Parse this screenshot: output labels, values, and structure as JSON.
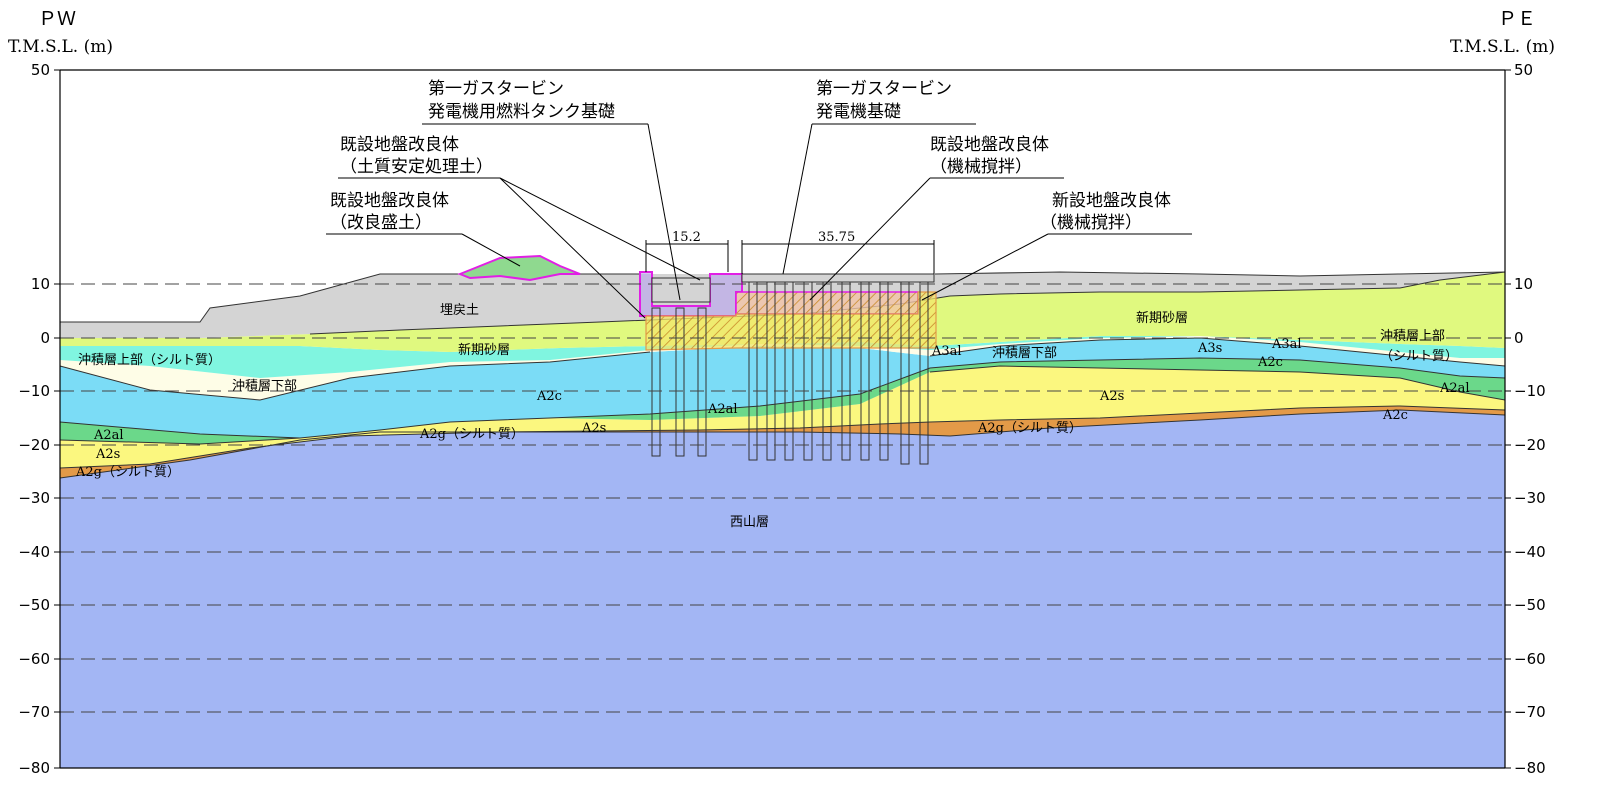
{
  "header": {
    "left_title": "ＰＷ",
    "left_axis": "T.M.S.L. (m)",
    "right_title": "ＰＥ",
    "right_axis": "T.M.S.L. (m)"
  },
  "axis": {
    "ticks": [
      "50",
      "10",
      "0",
      "−10",
      "−20",
      "−30",
      "−40",
      "−50",
      "−60",
      "−70",
      "−80"
    ]
  },
  "callouts": {
    "tank_line1": "第一ガスタービン",
    "tank_line2": "発電機用燃料タンク基礎",
    "gen_line1": "第一ガスタービン",
    "gen_line2": "発電機基礎",
    "soil_line1": "既設地盤改良体",
    "soil_line2": "（土質安定処理土）",
    "fill_line1": "既設地盤改良体",
    "fill_line2": "（改良盛土）",
    "mech_line1": "既設地盤改良体",
    "mech_line2": "（機械撹拌）",
    "new_line1": "新設地盤改良体",
    "new_line2": "（機械撹拌）"
  },
  "dimensions": {
    "tank_width": "15.2",
    "gen_width": "35.75"
  },
  "layers": {
    "umemodoshi": "埋戻土",
    "shinki_left": "新期砂層",
    "shinki_right": "新期砂層",
    "oki_upper_left": "沖積層上部（シルト質）",
    "oki_lower_left": "沖積層下部",
    "oki_lower_mid": "沖積層下部",
    "oki_upper_right1": "沖積層上部",
    "oki_upper_right2": "（シルト質）",
    "a2c_left": "A2c",
    "a2c_mid": "A2c",
    "a2c_right": "A2c",
    "a2al_left": "A2al",
    "a2al_mid": "A2al",
    "a2al_right": "A2al",
    "a2s_left": "A2s",
    "a2s_mid": "A2s",
    "a2s_right": "A2s",
    "a2g_left": "A2g（シルト質）",
    "a2g_mid": "A2g（シルト質）",
    "a2g_right": "A2g（シルト質）",
    "a3al": "A3al",
    "a3s": "A3s",
    "a3al_right": "A3al",
    "nishiyama": "西山層"
  },
  "colors": {
    "nishiyama": "#a3b6f4",
    "a2g": "#e39a48",
    "a2s": "#fbf77f",
    "a2al": "#6bd88a",
    "a2c": "#7bdcf6",
    "oki_lower": "#fefde7",
    "oki_upper": "#80f5e0",
    "shinki": "#e0f97f",
    "umemodoshi": "#d4d4d4",
    "improved_existing": "#8fd98f",
    "outline_magenta": "#e11fe5",
    "new_improvement_hatch": "#e8a94a"
  }
}
